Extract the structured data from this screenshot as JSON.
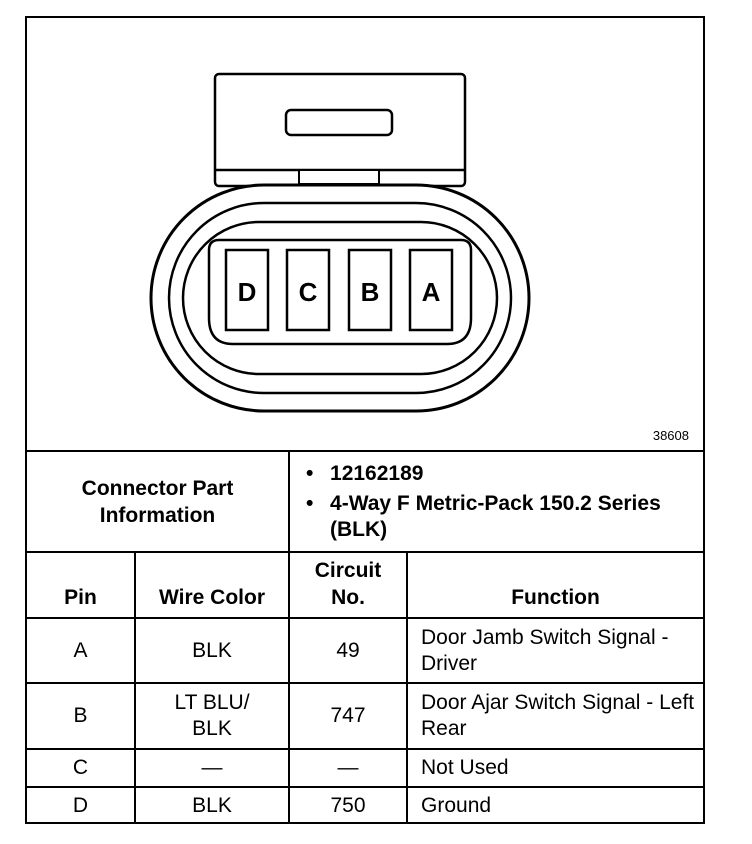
{
  "figure": {
    "figure_id": "38608",
    "pin_labels": [
      "D",
      "C",
      "B",
      "A"
    ]
  },
  "connector_info": {
    "label": "Connector Part Information",
    "details": [
      "12162189",
      "4-Way F Metric-Pack 150.2 Series (BLK)"
    ]
  },
  "table": {
    "headers": {
      "pin": "Pin",
      "wire_color": "Wire Color",
      "circuit": "Circuit No.",
      "function": "Function"
    },
    "rows": [
      {
        "pin": "A",
        "wire_color": "BLK",
        "circuit": "49",
        "function": "Door Jamb Switch Signal - Driver"
      },
      {
        "pin": "B",
        "wire_color": "LT BLU/ BLK",
        "circuit": "747",
        "function": "Door Ajar Switch Signal - Left Rear"
      },
      {
        "pin": "C",
        "wire_color": "—",
        "circuit": "—",
        "function": "Not Used"
      },
      {
        "pin": "D",
        "wire_color": "BLK",
        "circuit": "750",
        "function": "Ground"
      }
    ]
  }
}
